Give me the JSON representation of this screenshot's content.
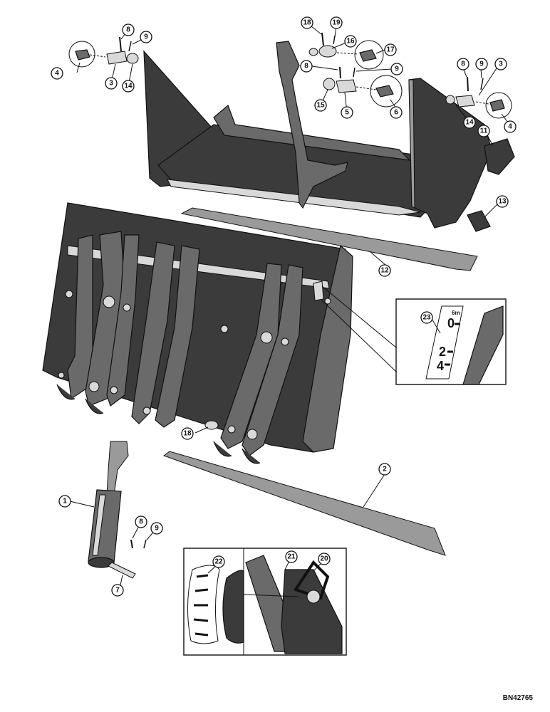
{
  "drawing_id": "BN42765",
  "callouts": [
    {
      "label": "1"
    },
    {
      "label": "2"
    },
    {
      "label": "3"
    },
    {
      "label": "3"
    },
    {
      "label": "4"
    },
    {
      "label": "4"
    },
    {
      "label": "5"
    },
    {
      "label": "6"
    },
    {
      "label": "7"
    },
    {
      "label": "8"
    },
    {
      "label": "8"
    },
    {
      "label": "8"
    },
    {
      "label": "8"
    },
    {
      "label": "9"
    },
    {
      "label": "9"
    },
    {
      "label": "9"
    },
    {
      "label": "9"
    },
    {
      "label": "11"
    },
    {
      "label": "12"
    },
    {
      "label": "13"
    },
    {
      "label": "14"
    },
    {
      "label": "14"
    },
    {
      "label": "15"
    },
    {
      "label": "16"
    },
    {
      "label": "17"
    },
    {
      "label": "18"
    },
    {
      "label": "19"
    },
    {
      "label": "18"
    },
    {
      "label": "20"
    },
    {
      "label": "21"
    },
    {
      "label": "22"
    },
    {
      "label": "23"
    }
  ],
  "gauge": {
    "unit_label": "6m",
    "marks": [
      "0",
      "2",
      "4"
    ]
  }
}
